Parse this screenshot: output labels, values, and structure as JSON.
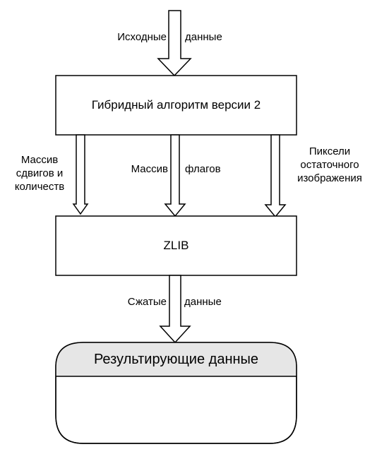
{
  "input_label": [
    "Исходные",
    "данные"
  ],
  "algorithm_box": "Гибридный алгоритм версии 2",
  "edges": {
    "shifts": [
      "Массив",
      "сдвигов и",
      "количеств"
    ],
    "flags": [
      "Массив",
      "флагов"
    ],
    "pixels": [
      "Пиксели",
      "остаточного",
      "изображения"
    ]
  },
  "zlib_box": "ZLIB",
  "compressed_label": [
    "Сжатые",
    "данные"
  ],
  "result_store": "Результирующие данные",
  "colors": {
    "stroke": "#000000",
    "store_header": "#e6e6e6",
    "fill": "#ffffff"
  }
}
